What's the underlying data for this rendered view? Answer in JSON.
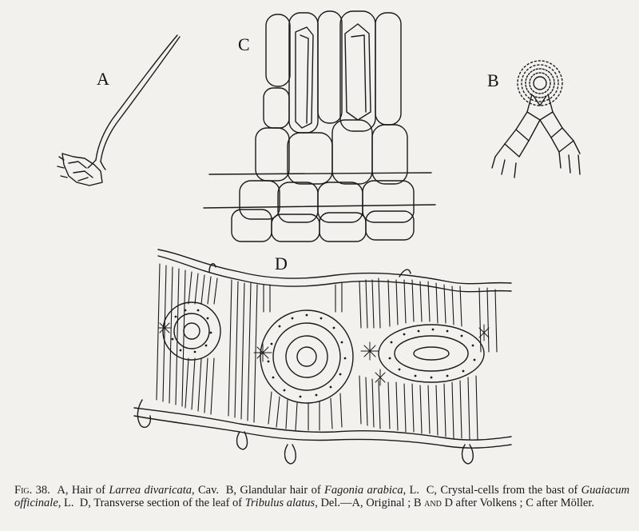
{
  "panels": {
    "a_label": "A",
    "b_label": "B",
    "c_label": "C",
    "d_label": "D"
  },
  "caption": {
    "fig_label": "Fig. 38.",
    "a_ref": "A,",
    "a_text": "Hair of",
    "a_species": "Larrea divaricata",
    "a_auth": ", Cav.",
    "b_ref": "B,",
    "b_text": "Glandular hair of",
    "b_species": "Fagonia arabica",
    "b_auth": ", L.",
    "c_ref": "C,",
    "c_text": "Crystal-cells from the bast of",
    "c_species": "Guaiacum officinale",
    "c_auth": ", L.",
    "d_ref": "D,",
    "d_text": "Transverse section of the leaf of",
    "d_species": "Tribulus alatus",
    "d_auth": ", Del.—",
    "a_ref2": "A,",
    "a_source": "Original ;",
    "bd_ref": "B and D",
    "bd_source": "after Volkens ;",
    "c_ref2": "C",
    "c_source": "after Möller."
  }
}
